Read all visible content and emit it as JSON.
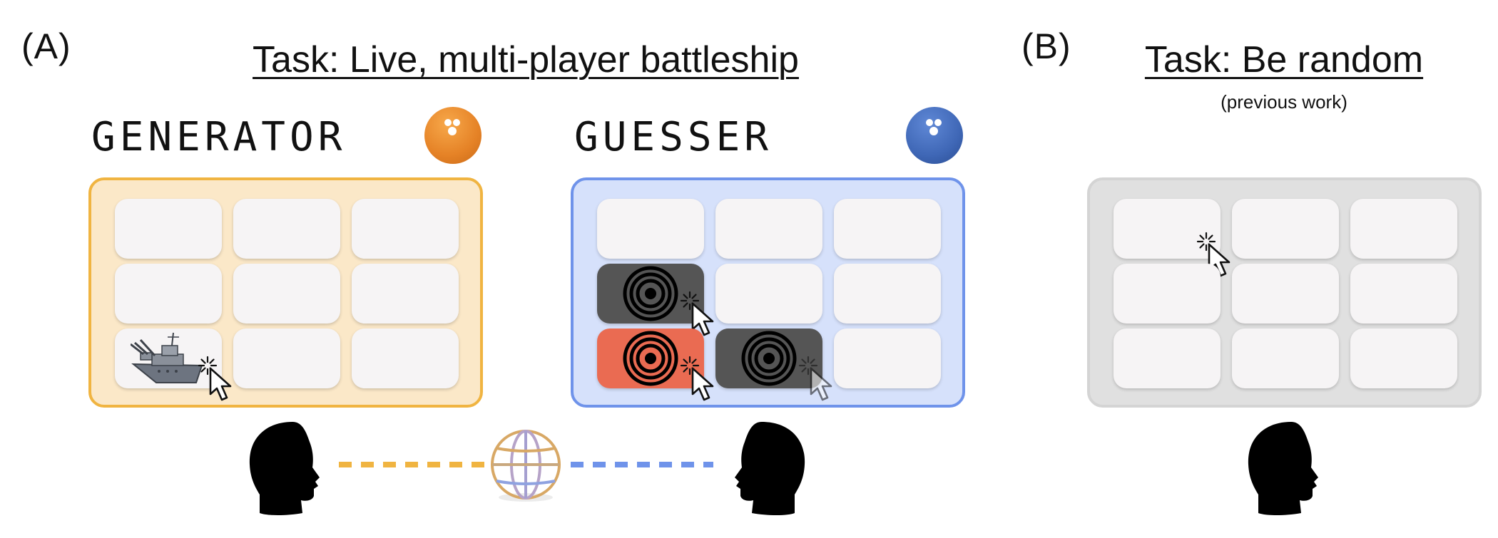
{
  "panel_a": {
    "label": "(A)",
    "task_title": "Task: Live, multi-player battleship",
    "generator": {
      "role_title": "GENERATOR",
      "avatar_color": "#e98a2c",
      "board_fill": "#fbe8c8",
      "board_border": "#f0b441",
      "cells": [
        {
          "state": "empty"
        },
        {
          "state": "empty"
        },
        {
          "state": "empty"
        },
        {
          "state": "empty"
        },
        {
          "state": "empty"
        },
        {
          "state": "empty"
        },
        {
          "state": "ship",
          "icon": "battleship-icon",
          "cursor": true
        },
        {
          "state": "empty"
        },
        {
          "state": "empty"
        }
      ]
    },
    "guesser": {
      "role_title": "GUESSER",
      "avatar_color": "#3f67b6",
      "board_fill": "#d6e1fb",
      "board_border": "#6f93ea",
      "cells": [
        {
          "state": "empty"
        },
        {
          "state": "empty"
        },
        {
          "state": "empty"
        },
        {
          "state": "miss",
          "icon": "target-icon",
          "cursor": true
        },
        {
          "state": "empty"
        },
        {
          "state": "empty"
        },
        {
          "state": "hit",
          "icon": "target-icon",
          "cursor": true
        },
        {
          "state": "miss",
          "icon": "target-icon",
          "cursor": true,
          "cursor_faded": true
        },
        {
          "state": "empty"
        }
      ]
    },
    "connection": {
      "left_color": "#f0b441",
      "right_color": "#6f93ea",
      "icon": "globe-icon"
    }
  },
  "panel_b": {
    "label": "(B)",
    "task_title": "Task: Be random",
    "subtitle": "(previous work)",
    "board_fill": "#e0e0e0",
    "board_border": "#d4d4d4",
    "cells": [
      {
        "state": "empty",
        "cursor": true
      },
      {
        "state": "empty"
      },
      {
        "state": "empty"
      },
      {
        "state": "empty"
      },
      {
        "state": "empty"
      },
      {
        "state": "empty"
      },
      {
        "state": "empty"
      },
      {
        "state": "empty"
      },
      {
        "state": "empty"
      }
    ]
  }
}
